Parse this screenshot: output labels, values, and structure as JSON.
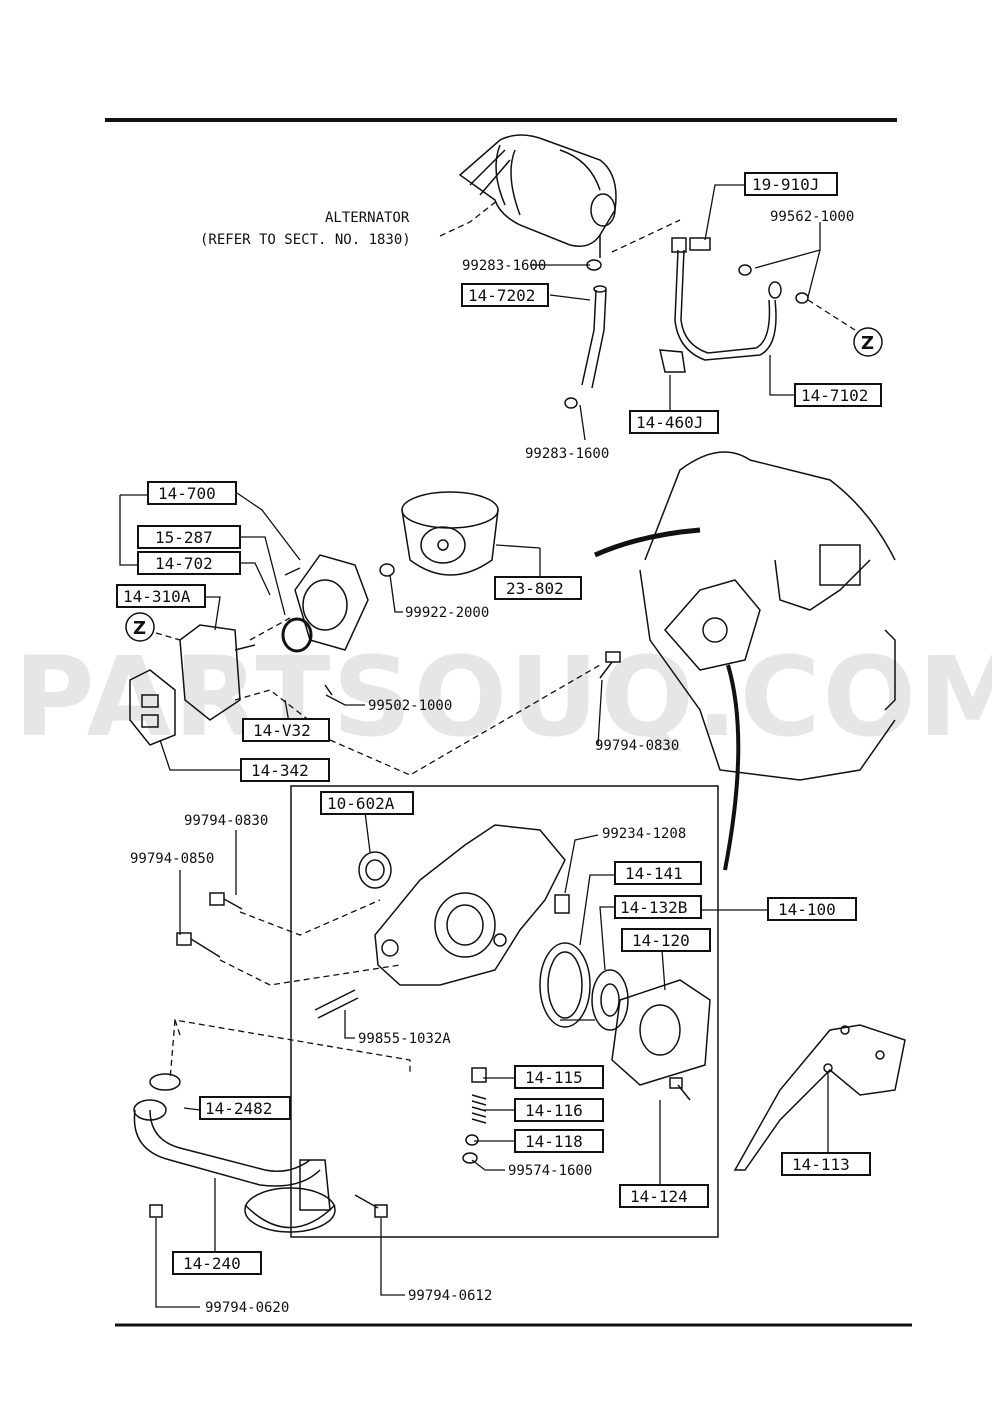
{
  "watermark": "PARTSOUQ.COM",
  "alternator": {
    "name": "ALTERNATOR",
    "reference": "(REFER TO SECT. NO. 1830)"
  },
  "zone_marker": "Z",
  "boxed_parts": {
    "p19_910J": "19-910J",
    "p14_7202": "14-7202",
    "p14_7102": "14-7102",
    "p14_460J": "14-460J",
    "p14_700": "14-700",
    "p15_287": "15-287",
    "p14_702": "14-702",
    "p14_310A": "14-310A",
    "p23_802": "23-802",
    "p14_V32": "14-V32",
    "p14_342": "14-342",
    "p10_602A": "10-602A",
    "p14_141": "14-141",
    "p14_132B": "14-132B",
    "p14_100": "14-100",
    "p14_120": "14-120",
    "p14_115": "14-115",
    "p14_116": "14-116",
    "p14_118": "14-118",
    "p14_2482": "14-2482",
    "p14_124": "14-124",
    "p14_113": "14-113",
    "p14_240": "14-240"
  },
  "plain_parts": {
    "n99562_1000": "99562-1000",
    "n99283_1600_top": "99283-1600",
    "n99283_1600_bottom": "99283-1600",
    "n99922_2000": "99922-2000",
    "n99502_1000": "99502-1000",
    "n99794_0830_right": "99794-0830",
    "n99794_0830_left": "99794-0830",
    "n99794_0850": "99794-0850",
    "n99234_1208": "99234-1208",
    "n99855_1032A": "99855-1032A",
    "n99574_1600": "99574-1600",
    "n99794_0612": "99794-0612",
    "n99794_0620": "99794-0620"
  }
}
